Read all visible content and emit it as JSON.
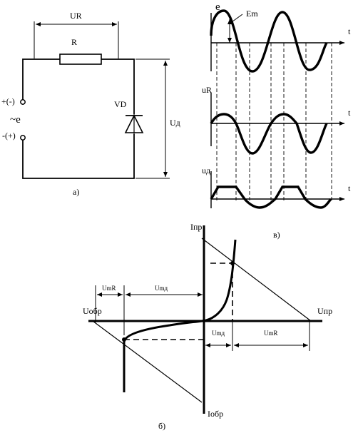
{
  "panel_a": {
    "caption": "а)",
    "u_r": "UR",
    "resistor": "R",
    "diode": "VD",
    "u_d": "Uд",
    "terminal_top": "+(-)",
    "terminal_bottom": "-(+)",
    "source": "~e"
  },
  "panel_v": {
    "caption": "в)",
    "e": "e",
    "em": "Em",
    "t1": "t",
    "ur": "uR",
    "t2": "t",
    "ud": "uд",
    "t3": "t"
  },
  "panel_b": {
    "caption": "б)",
    "i_pr": "Iпр",
    "i_obr": "Iобр",
    "u_obr": "Uобр",
    "u_pr": "Uпр",
    "u_mr_left": "UmR",
    "u_md_left": "Umд",
    "u_md_right": "Umд",
    "u_mr_right": "UmR"
  },
  "colors": {
    "ink": "#000000",
    "background": "#ffffff"
  }
}
